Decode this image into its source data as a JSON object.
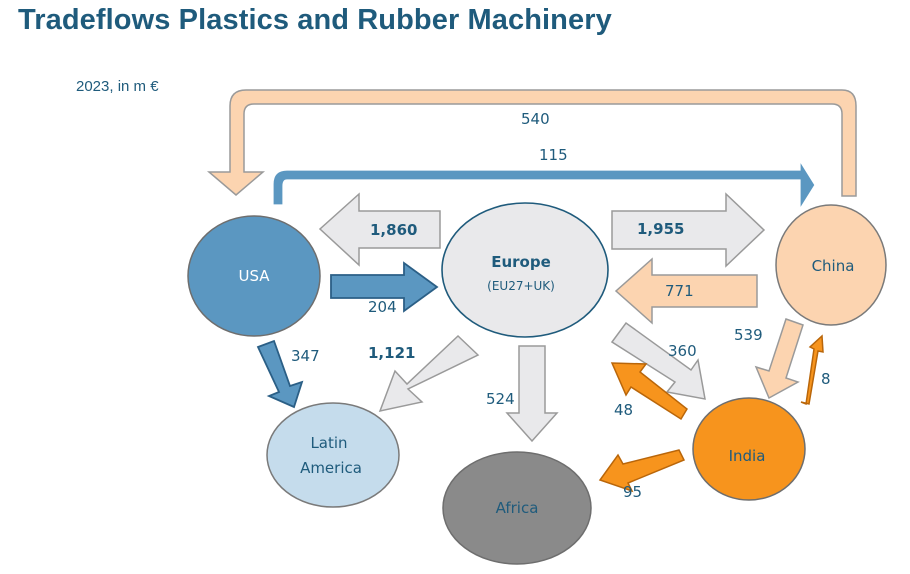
{
  "title": "Tradeflows Plastics and Rubber Machinery",
  "subtitle": "2023, in m €",
  "nodes": {
    "usa": "USA",
    "europe": "Europe",
    "europe_sub": "(EU27+UK)",
    "china": "China",
    "india": "India",
    "africa": "Africa",
    "latin_america_1": "Latin",
    "latin_america_2": "America"
  },
  "flows": {
    "china_to_usa": "540",
    "usa_to_china": "115",
    "europe_to_usa": "1,860",
    "usa_to_europe": "204",
    "europe_to_china": "1,955",
    "china_to_europe": "771",
    "usa_to_latin_america": "347",
    "europe_to_latin_america": "1,121",
    "europe_to_africa": "524",
    "europe_to_india": "360",
    "india_to_europe": "48",
    "china_to_india": "539",
    "india_to_china": "8",
    "india_to_africa": "95"
  },
  "colors": {
    "title": "#1f5b7c",
    "usa": "#5b97c1",
    "europe": "#e9e9eb",
    "china": "#fcd4b0",
    "india": "#f7941d",
    "africa": "#8a8a8a",
    "latin_america": "#c5dcec"
  }
}
